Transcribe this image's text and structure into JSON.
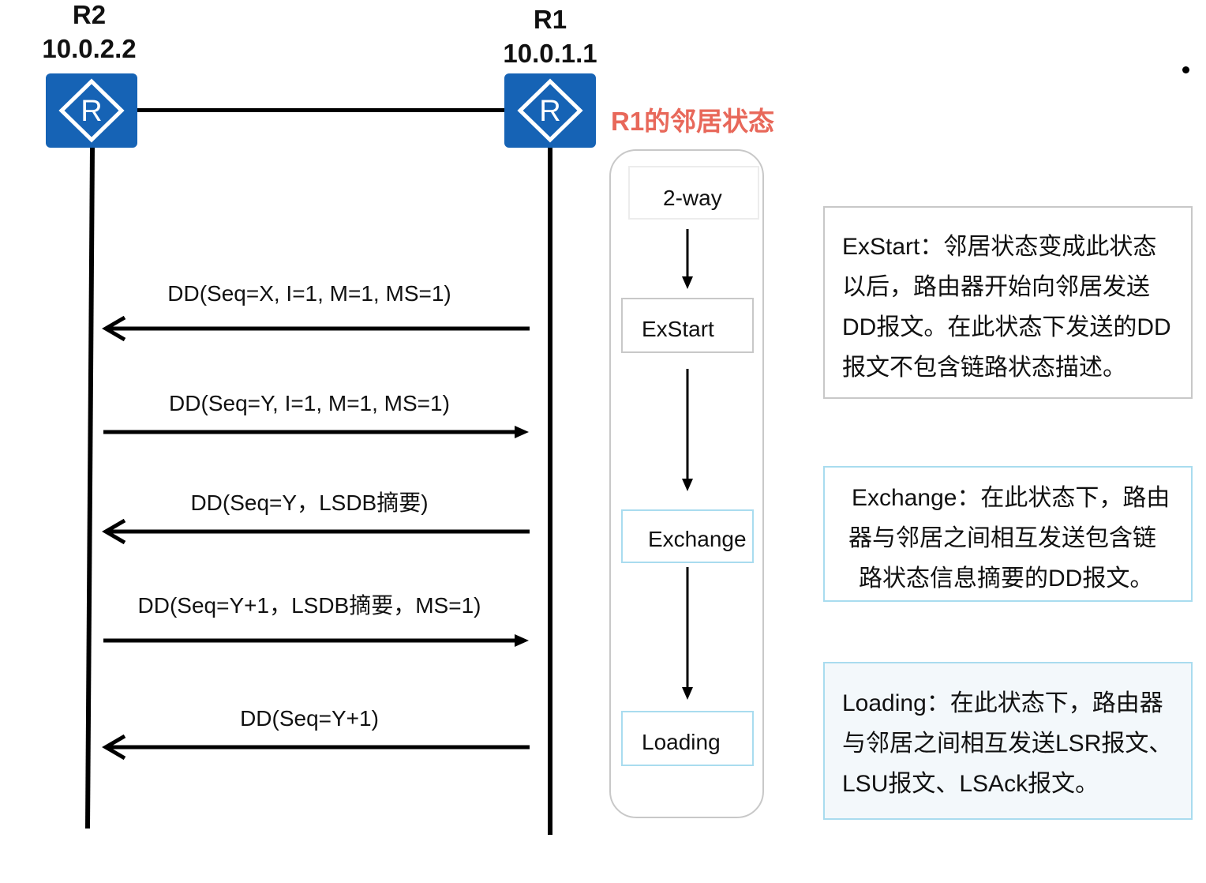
{
  "routers": [
    {
      "name": "R2",
      "ip": "10.0.2.2",
      "icon": "router-icon"
    },
    {
      "name": "R1",
      "ip": "10.0.1.1",
      "icon": "router-icon"
    }
  ],
  "router_icon_letter": "R",
  "messages": [
    {
      "label": "DD(Seq=X, I=1, M=1, MS=1)",
      "direction": "R1-to-R2"
    },
    {
      "label": "DD(Seq=Y, I=1, M=1, MS=1)",
      "direction": "R2-to-R1"
    },
    {
      "label": "DD(Seq=Y，LSDB摘要)",
      "direction": "R1-to-R2"
    },
    {
      "label": "DD(Seq=Y+1，LSDB摘要，MS=1)",
      "direction": "R2-to-R1"
    },
    {
      "label": "DD(Seq=Y+1)",
      "direction": "R1-to-R2"
    }
  ],
  "states_title": "R1的邻居状态",
  "states": [
    "2-way",
    "ExStart",
    "Exchange",
    "Loading"
  ],
  "descriptions": [
    {
      "lines": [
        "ExStart：邻居状态变成此状态",
        "以后，路由器开始向邻居发送",
        "DD报文。在此状态下发送的DD",
        "报文不包含链路状态描述。"
      ]
    },
    {
      "lines": [
        "Exchange：在此状态下，路由",
        "器与邻居之间相互发送包含链",
        "路状态信息摘要的DD报文。"
      ]
    },
    {
      "lines": [
        "Loading：在此状态下，路由器",
        "与邻居之间相互发送LSR报文、",
        "LSU报文、LSAck报文。"
      ]
    }
  ],
  "colors": {
    "router_blue": "#1663b5",
    "title_red": "#e8685a",
    "box_gray": "#c8c8c8",
    "box_lightblue": "#a9dcef"
  }
}
